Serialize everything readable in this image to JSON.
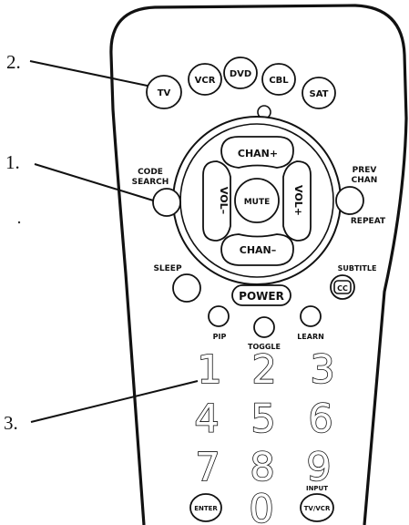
{
  "callouts": {
    "one": "1.",
    "two": "2.",
    "three": "3."
  },
  "source_buttons": [
    "TV",
    "VCR",
    "DVD",
    "CBL",
    "SAT"
  ],
  "labels": {
    "code_search_line1": "CODE",
    "code_search_line2": "SEARCH",
    "prev_chan_line1": "PREV",
    "prev_chan_line2": "CHAN",
    "repeat": "REPEAT",
    "sleep": "SLEEP",
    "subtitle": "SUBTITLE",
    "pip": "PIP",
    "toggle": "TOGGLE",
    "learn": "LEARN",
    "input_line1": "INPUT",
    "input_line2": "TV/VCR"
  },
  "buttons": {
    "chan_up": "CHAN+",
    "chan_down": "CHAN–",
    "vol_down": "VOL–",
    "vol_up": "VOL+",
    "mute": "MUTE",
    "power": "POWER",
    "cc": "CC",
    "enter": "ENTER"
  },
  "digits": [
    "1",
    "2",
    "3",
    "4",
    "5",
    "6",
    "7",
    "8",
    "9",
    "0"
  ]
}
